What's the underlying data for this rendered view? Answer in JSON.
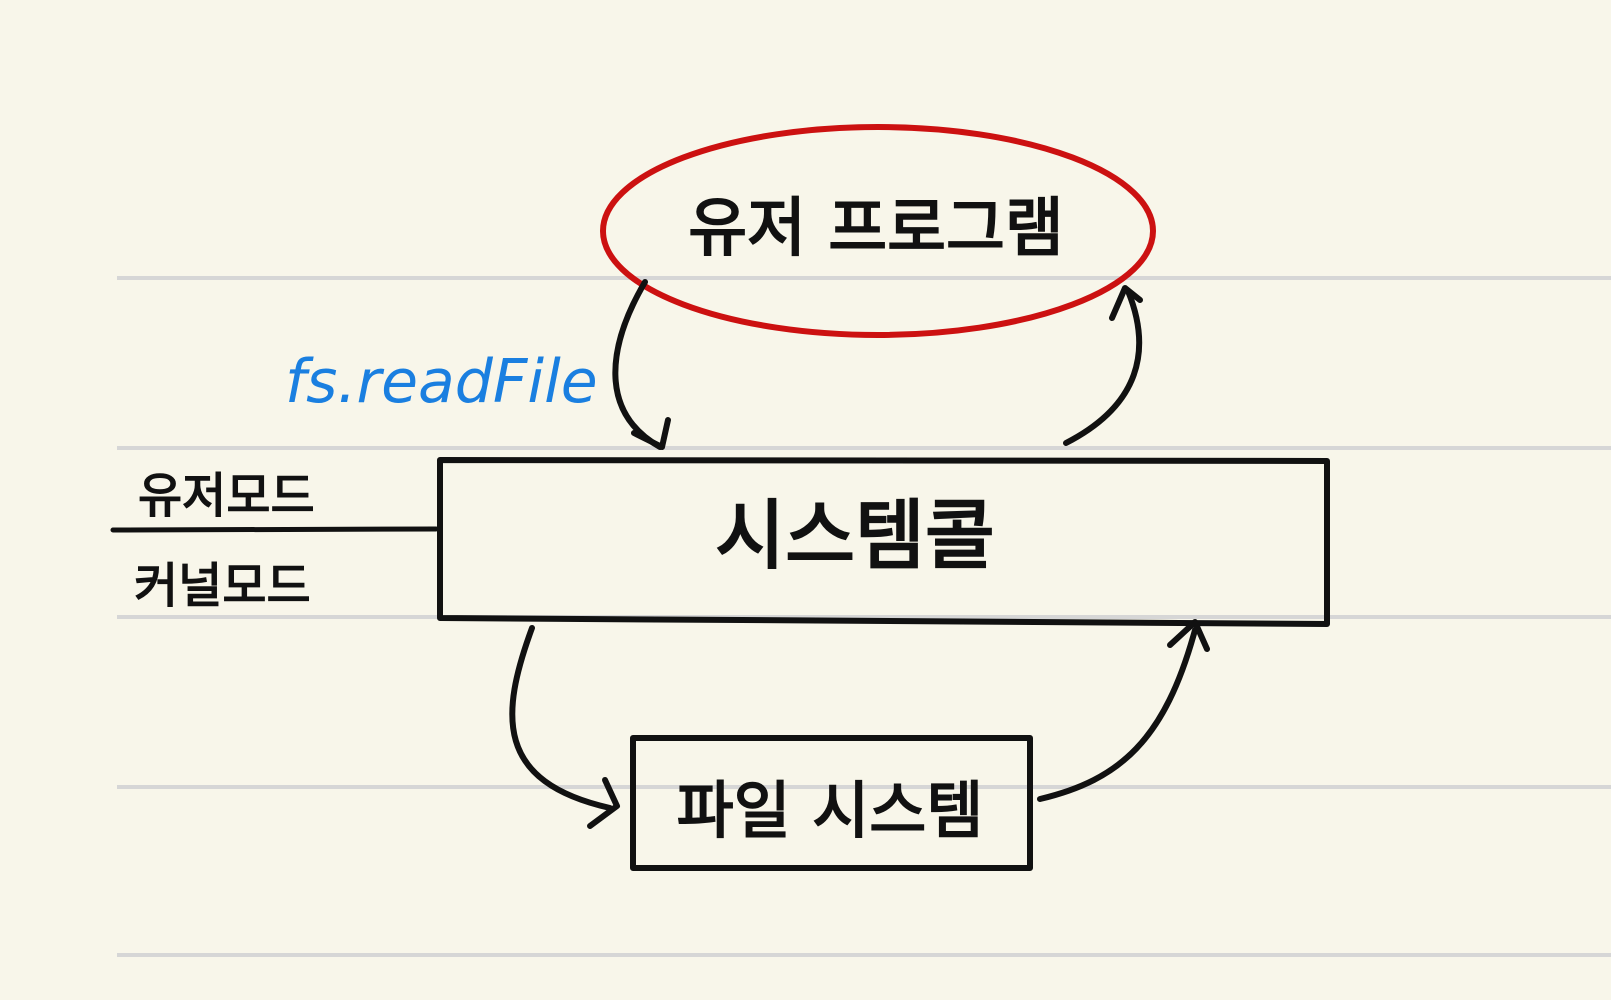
{
  "diagram": {
    "nodes": {
      "user_program": {
        "label": "유저 프로그램",
        "shape": "ellipse",
        "stroke": "#cc1111"
      },
      "syscall": {
        "label": "시스템콜",
        "shape": "rectangle",
        "stroke": "#111111"
      },
      "file_system": {
        "label": "파일 시스템",
        "shape": "rectangle",
        "stroke": "#111111"
      }
    },
    "annotation": {
      "text": "fs.readFile",
      "color": "#1a7fe0"
    },
    "boundary": {
      "upper_label": "유저모드",
      "lower_label": "커널모드"
    },
    "edges": [
      {
        "from": "user_program",
        "to": "syscall"
      },
      {
        "from": "syscall",
        "to": "user_program"
      },
      {
        "from": "syscall",
        "to": "file_system"
      },
      {
        "from": "file_system",
        "to": "syscall"
      }
    ],
    "colors": {
      "background": "#f8f6ea",
      "ruled_line": "#d6d6d6",
      "ink": "#111111"
    }
  }
}
